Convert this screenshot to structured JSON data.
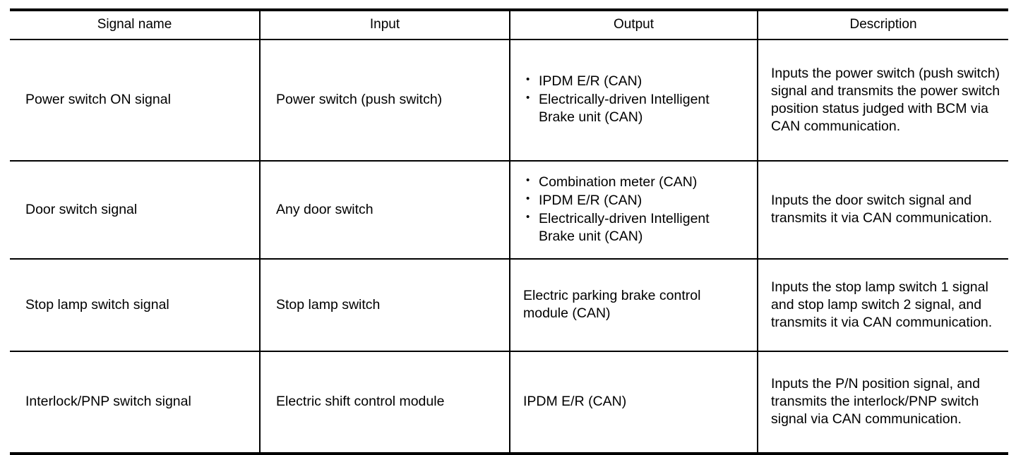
{
  "table": {
    "columns": [
      {
        "key": "signal_name",
        "label": "Signal name"
      },
      {
        "key": "input",
        "label": "Input"
      },
      {
        "key": "output",
        "label": "Output"
      },
      {
        "key": "description",
        "label": "Description"
      }
    ],
    "rows": [
      {
        "signal_name": "Power switch ON signal",
        "input": "Power switch (push switch)",
        "output_bullets": [
          "IPDM E/R (CAN)",
          "Electrically-driven Intelligent Brake unit (CAN)"
        ],
        "output_text": "",
        "description": "Inputs the power switch (push switch) signal and transmits the power switch position status judged with BCM via CAN communication."
      },
      {
        "signal_name": "Door switch signal",
        "input": "Any door switch",
        "output_bullets": [
          "Combination meter (CAN)",
          "IPDM E/R (CAN)",
          "Electrically-driven Intelligent Brake unit (CAN)"
        ],
        "output_text": "",
        "description": "Inputs the door switch signal and transmits it via CAN communication."
      },
      {
        "signal_name": "Stop lamp switch signal",
        "input": "Stop lamp switch",
        "output_bullets": [],
        "output_text": "Electric parking brake control module (CAN)",
        "description": "Inputs the stop lamp switch 1 signal and stop lamp switch 2 signal, and transmits it via CAN communication."
      },
      {
        "signal_name": "Interlock/PNP switch signal",
        "input": "Electric shift control module",
        "output_bullets": [],
        "output_text": "IPDM E/R (CAN)",
        "description": "Inputs the P/N position signal, and transmits the interlock/PNP switch signal via CAN communication."
      }
    ]
  },
  "colors": {
    "rule": "#000000",
    "text": "#000000",
    "background": "#ffffff"
  }
}
